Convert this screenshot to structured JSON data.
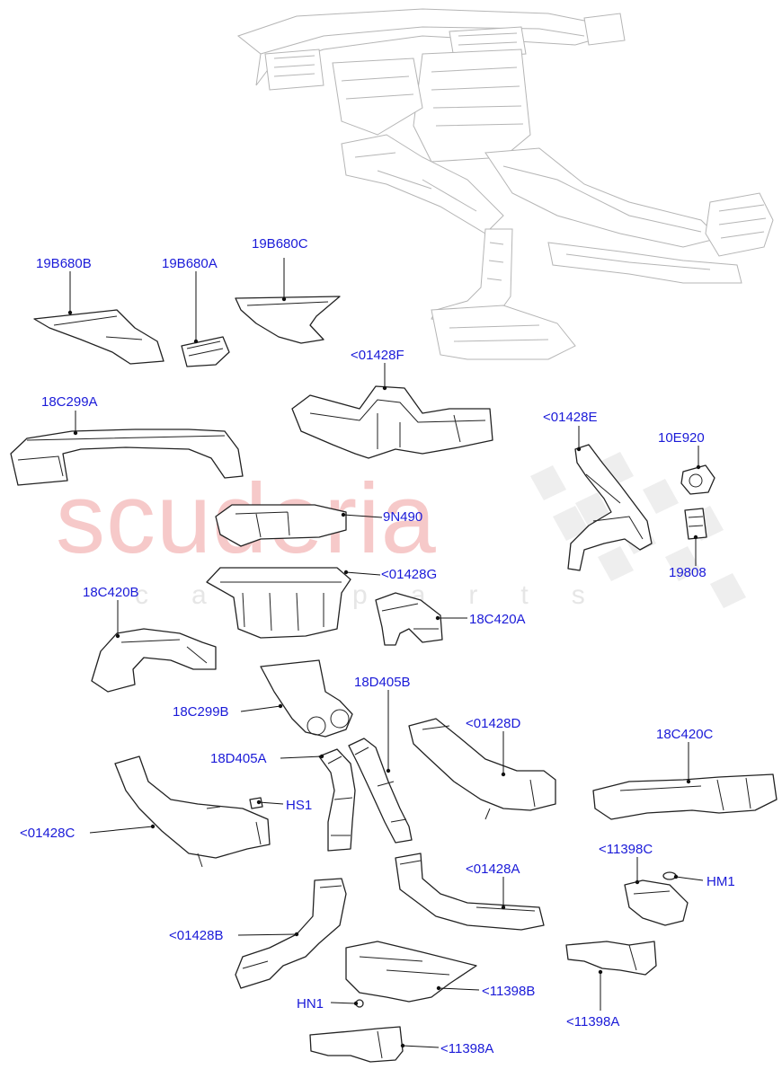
{
  "watermark": {
    "main": "scuderia",
    "sub": "car parts"
  },
  "labels": {
    "l19B680B": "19B680B",
    "l19B680A": "19B680A",
    "l19B680C": "19B680C",
    "l01428F": "<01428F",
    "l18C299A": "18C299A",
    "l01428E": "<01428E",
    "l10E920": "10E920",
    "l9N490": "9N490",
    "l19808": "19808",
    "l01428G": "<01428G",
    "l18C420B": "18C420B",
    "l18C420A": "18C420A",
    "l18D405B": "18D405B",
    "l18C299B": "18C299B",
    "l01428D": "<01428D",
    "l18C420C": "18C420C",
    "l18D405A": "18D405A",
    "lHS1": "HS1",
    "l01428C": "<01428C",
    "l11398C": "<11398C",
    "lHM1": "HM1",
    "l01428A": "<01428A",
    "l01428B": "<01428B",
    "l11398B": "<11398B",
    "lHN1": "HN1",
    "l11398A_right": "<11398A",
    "l11398A_bottom": "<11398A"
  }
}
